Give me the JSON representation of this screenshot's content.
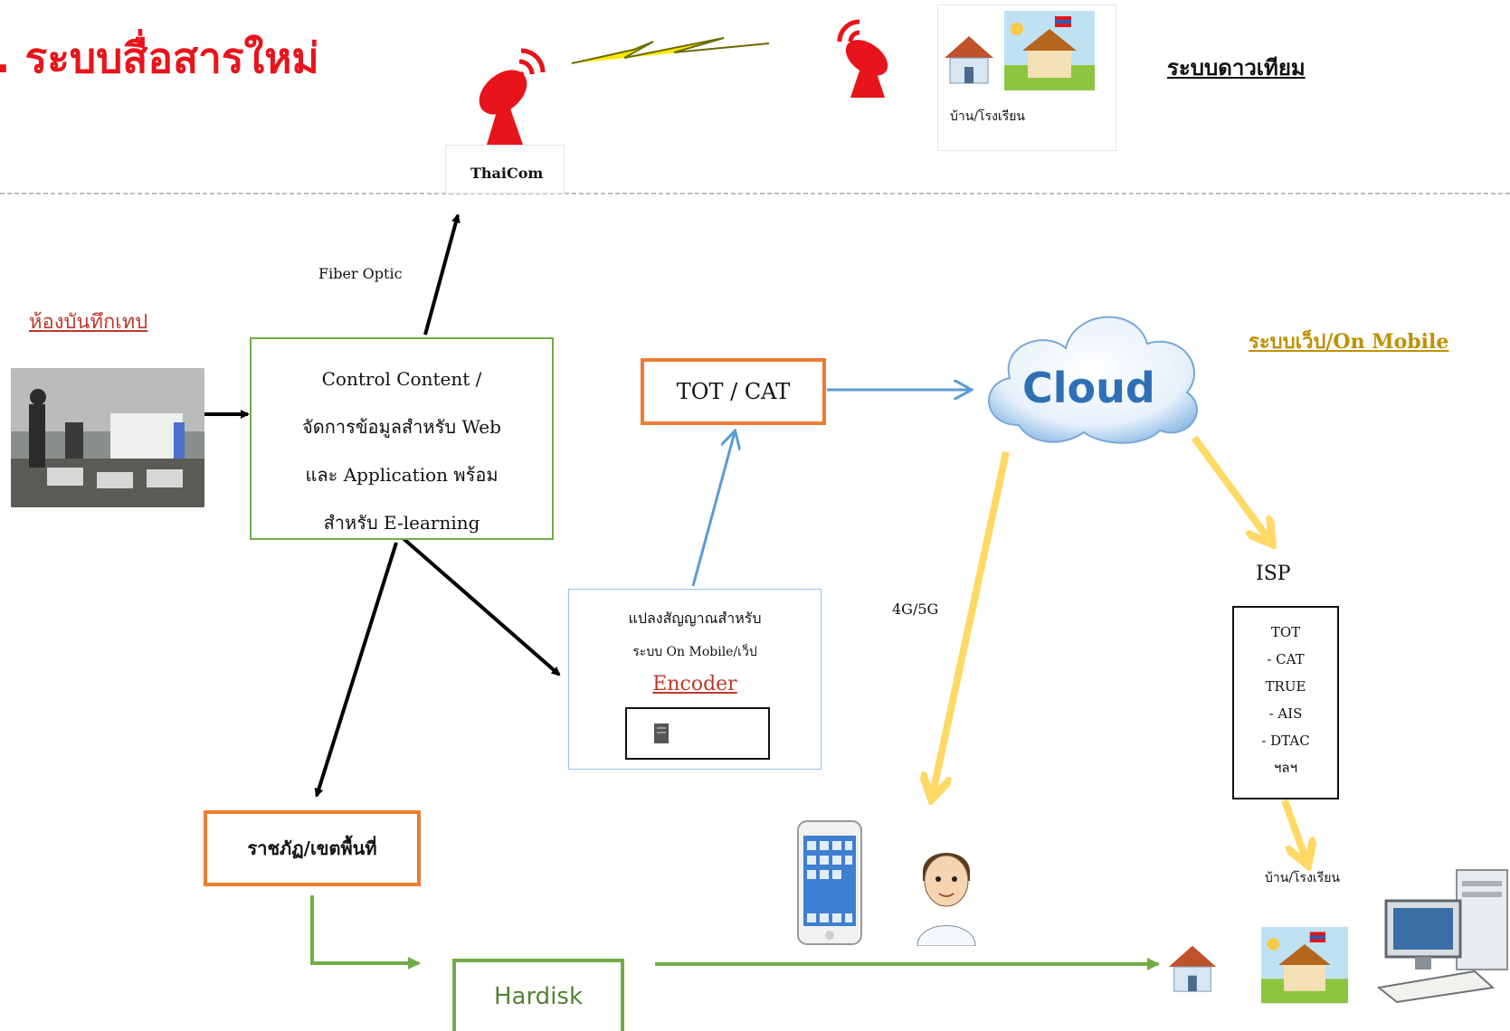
{
  "title": ". ระบบสื่อสารใหม่",
  "satellite": {
    "section_label": "ระบบดาวเทียม",
    "provider_label": "ThaiCom",
    "destination_label": "บ้าน/โรงเรียน"
  },
  "studio": {
    "label": "ห้องบันทึกเทป"
  },
  "control": {
    "lines": [
      "Control Content /",
      "จัดการข้อมูลสำหรับ Web",
      "และ Application พร้อม",
      "สำหรับ E-learning"
    ]
  },
  "fiber_label": "Fiber Optic",
  "totcat_label": "TOT / CAT",
  "cloud_label": "Cloud",
  "web_section_label": "ระบบเว็ป/On Mobile",
  "encoder": {
    "line1": "แปลงสัญญาณสำหรับ",
    "line2": "ระบบ On Mobile/เว็ป",
    "label": "Encoder"
  },
  "mobile_label": "4G/5G",
  "isp": {
    "label": "ISP",
    "items": [
      "TOT",
      "- CAT",
      "TRUE",
      "- AIS",
      "- DTAC",
      "ฯลฯ"
    ]
  },
  "home_school_label": "บ้าน/โรงเรียน",
  "rajabhat_label": "ราชภัฏ/เขตพื้นที่",
  "hardisk_label": "Hardisk",
  "colors": {
    "title": "#e8141b",
    "orange_border": "#ed7d31",
    "green": "#70ad47",
    "blue_arrow": "#5b9bd5",
    "yellow_arrow": "#ffd966",
    "gold_label": "#bf9000"
  }
}
